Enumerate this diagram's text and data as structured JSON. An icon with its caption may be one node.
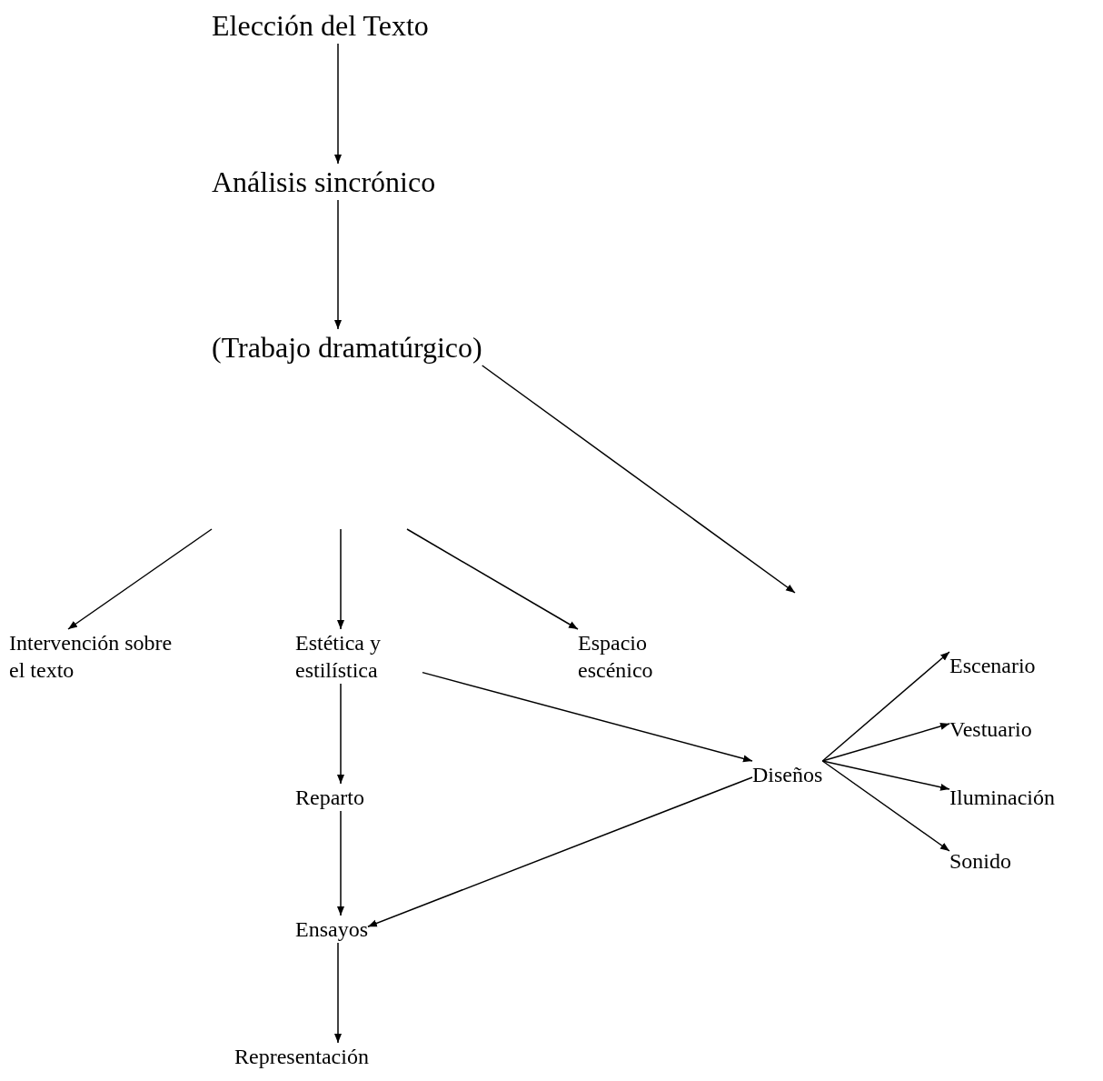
{
  "diagram": {
    "nodes": [
      {
        "text": [
          "Elección del Texto"
        ]
      },
      {
        "text": [
          "Análisis sincrónico"
        ]
      },
      {
        "text": [
          "(Trabajo dramatúrgico)"
        ]
      },
      {
        "text": [
          "Intervención sobre el texto"
        ]
      },
      {
        "text": [
          "Estética y estilística"
        ]
      },
      {
        "text": [
          "Espacio escénico"
        ]
      },
      {
        "text": [
          "Diseños"
        ]
      },
      {
        "text": [
          "Escenario"
        ]
      },
      {
        "text": [
          "Vestuario"
        ]
      },
      {
        "text": [
          "Iluminación"
        ]
      },
      {
        "text": [
          "Sonido"
        ]
      },
      {
        "text": [
          "Reparto"
        ]
      },
      {
        "text": [
          "Ensayos"
        ]
      },
      {
        "text": [
          "Representación"
        ]
      }
    ],
    "edges": [
      {
        "from": 0,
        "to": 1,
        "arrow": "to"
      },
      {
        "from": 1,
        "to": 2,
        "arrow": "to"
      },
      {
        "from": null,
        "to": 3,
        "arrow": "to"
      },
      {
        "from": null,
        "to": 4,
        "arrow": "to"
      },
      {
        "from": null,
        "to": 5,
        "arrow": "to"
      },
      {
        "from": 2,
        "to": null,
        "arrow": "to"
      },
      {
        "from": 4,
        "to": 6,
        "arrow": "to"
      },
      {
        "from": 6,
        "to": 7,
        "arrow": "to"
      },
      {
        "from": 6,
        "to": 8,
        "arrow": "to"
      },
      {
        "from": 6,
        "to": 9,
        "arrow": "to"
      },
      {
        "from": 6,
        "to": 10,
        "arrow": "to"
      },
      {
        "from": 4,
        "to": 11,
        "arrow": "to"
      },
      {
        "from": 11,
        "to": 12,
        "arrow": "to"
      },
      {
        "from": 6,
        "to": 12,
        "arrow": "to"
      },
      {
        "from": 12,
        "to": 13,
        "arrow": "to"
      }
    ]
  }
}
